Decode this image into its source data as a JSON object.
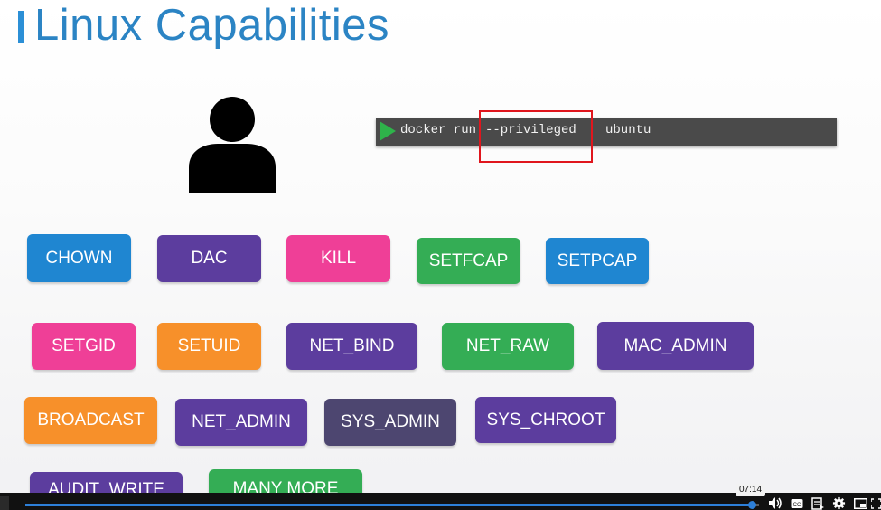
{
  "slide": {
    "title": "Linux Capabilities",
    "accent_color": "#2b84c4",
    "user_icon": "user-silhouette-icon"
  },
  "terminal": {
    "prompt_icon": "play-triangle-icon",
    "command": "docker run",
    "flag": "--privileged",
    "image": "ubuntu",
    "highlight_color": "#e0161d"
  },
  "capabilities": [
    {
      "label": "CHOWN",
      "color": "#1f86d1"
    },
    {
      "label": "DAC",
      "color": "#5c3d9e"
    },
    {
      "label": "KILL",
      "color": "#ef3f97"
    },
    {
      "label": "SETFCAP",
      "color": "#34ad55"
    },
    {
      "label": "SETPCAP",
      "color": "#1f86d1"
    },
    {
      "label": "SETGID",
      "color": "#ef3f97"
    },
    {
      "label": "SETUID",
      "color": "#f7902a"
    },
    {
      "label": "NET_BIND",
      "color": "#5c3d9e"
    },
    {
      "label": "NET_RAW",
      "color": "#34ad55"
    },
    {
      "label": "MAC_ADMIN",
      "color": "#5c3d9e"
    },
    {
      "label": "BROADCAST",
      "color": "#f7902a"
    },
    {
      "label": "NET_ADMIN",
      "color": "#5c3d9e"
    },
    {
      "label": "SYS_ADMIN",
      "color": "#4d4670"
    },
    {
      "label": "SYS_CHROOT",
      "color": "#5c3d9e"
    },
    {
      "label": "AUDIT_WRITE",
      "color": "#5c3d9e"
    },
    {
      "label": "MANY MORE",
      "color": "#34ad55"
    }
  ],
  "player": {
    "time_tooltip": "07:14",
    "progress": 0.99,
    "controls": [
      "volume-icon",
      "captions-icon",
      "playlist-icon",
      "settings-gear-icon",
      "miniplayer-icon",
      "fullscreen-icon"
    ]
  }
}
